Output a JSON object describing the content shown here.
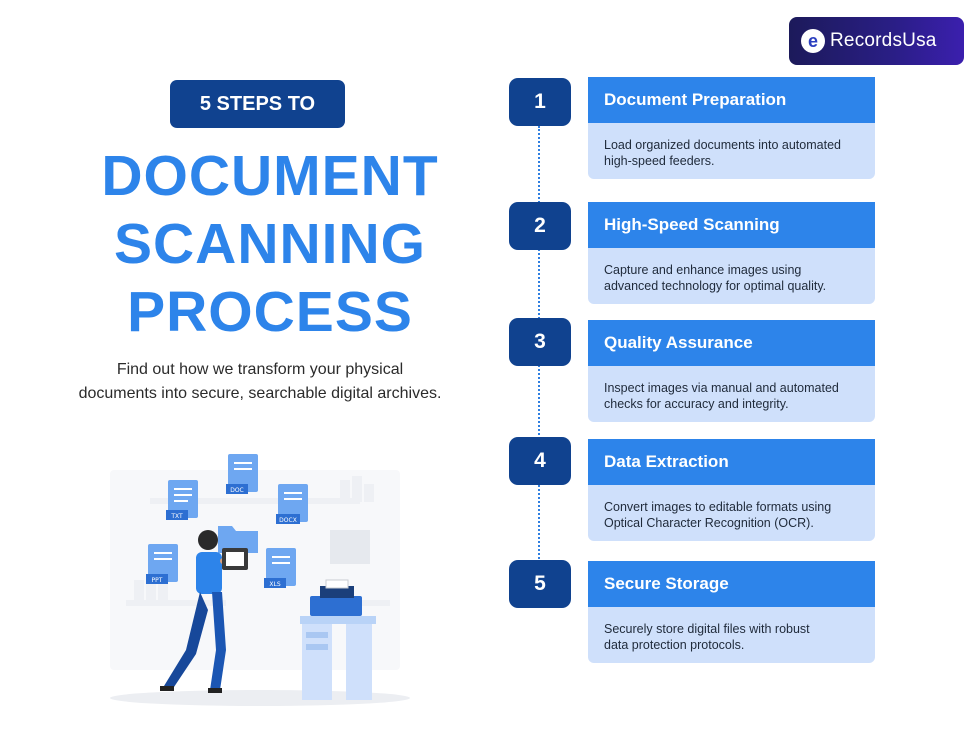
{
  "brand": {
    "logo_mark": "e",
    "logo_text": "RecordsUsa"
  },
  "hero": {
    "pill": "5 STEPS TO",
    "title_lines": [
      "DOCUMENT",
      "SCANNING",
      "PROCESS"
    ],
    "description_line1": "Find out how we transform your physical",
    "description_line2": "documents into secure, searchable digital archives."
  },
  "illustration": {
    "file_labels": [
      "TXT",
      "DOC",
      "DOCX",
      "PPT",
      "XLS"
    ]
  },
  "steps": [
    {
      "number": "1",
      "title": "Document Preparation",
      "line1": "Load organized documents into automated",
      "line2": "high-speed feeders."
    },
    {
      "number": "2",
      "title": "High-Speed Scanning",
      "line1": "Capture and enhance images using",
      "line2": "advanced technology for optimal quality."
    },
    {
      "number": "3",
      "title": "Quality Assurance",
      "line1": "Inspect images via manual and automated",
      "line2": "checks for accuracy and integrity."
    },
    {
      "number": "4",
      "title": "Data Extraction",
      "line1": "Convert images to editable formats using",
      "line2": "Optical Character Recognition (OCR)."
    },
    {
      "number": "5",
      "title": "Secure Storage",
      "line1": "Securely store digital files with robust",
      "line2": "data protection protocols."
    }
  ],
  "colors": {
    "navy": "#10428f",
    "accent_blue": "#2d84ea",
    "light_blue": "#cfe0fb",
    "logo_bg": "#2a1e86"
  }
}
